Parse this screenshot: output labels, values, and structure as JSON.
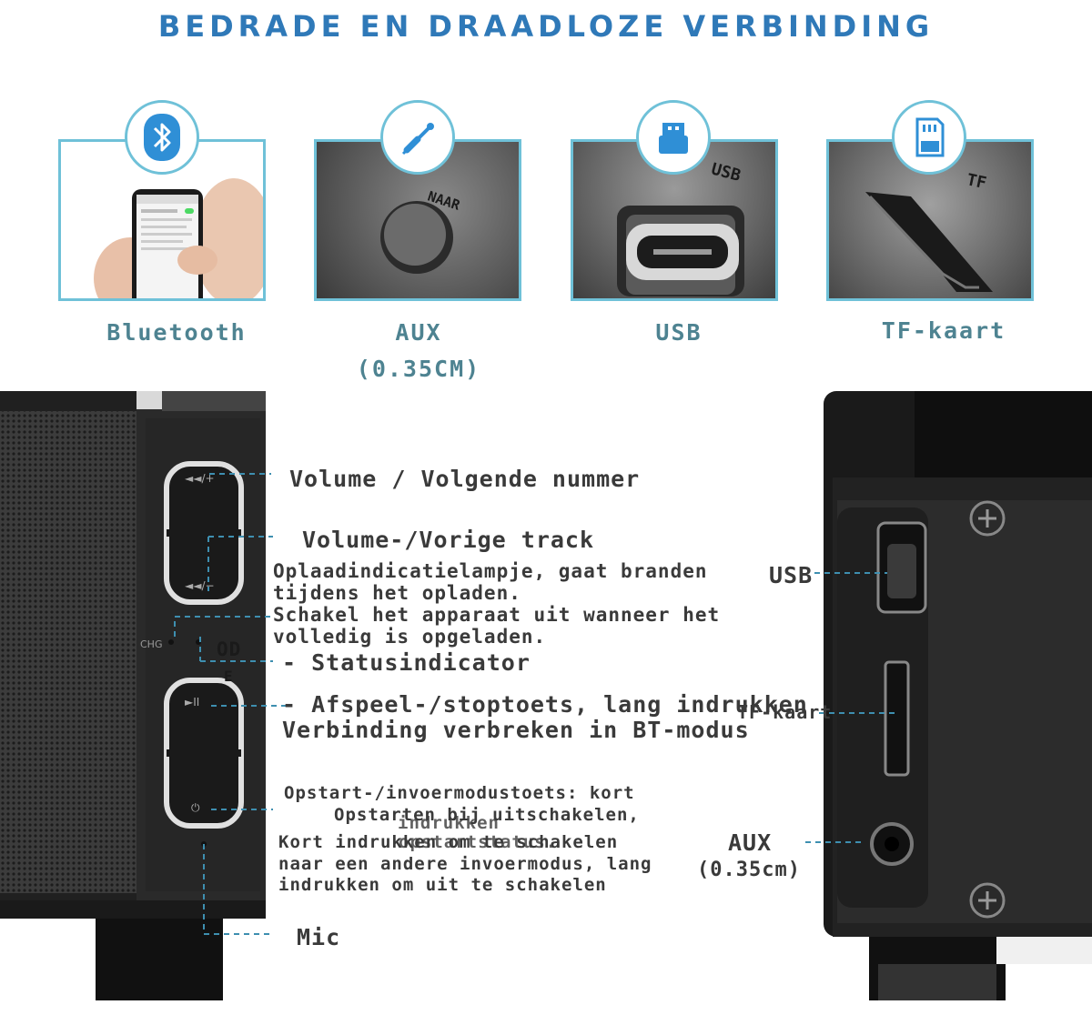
{
  "header": {
    "title": "BEDRADE EN DRAADLOZE VERBINDING"
  },
  "connections": [
    {
      "label": "Bluetooth",
      "icon": "bluetooth-icon"
    },
    {
      "label": "AUX",
      "sublabel": "(0.35CM)",
      "icon": "headphone-jack-icon",
      "port_text": "NAAR"
    },
    {
      "label": "USB",
      "icon": "usb-drive-icon",
      "port_text": "USB"
    },
    {
      "label": "TF-kaart",
      "icon": "sd-card-icon",
      "port_text": "TF"
    }
  ],
  "left_panel": {
    "volume_next": "Volume / Volgende nummer",
    "volume_prev": "Volume-/Vorige track",
    "charge_indicator": [
      "Oplaadindicatielampje, gaat branden",
      "tijdens het opladen.",
      "Schakel het apparaat uit wanneer het",
      "volledig is opgeladen."
    ],
    "mode_text": "OD",
    "mode_text2": "E",
    "charge_text": "CHG",
    "status_indicator": "- Statusindicator",
    "play_stop": [
      "- Afspeel-/stoptoets, lang indrukken",
      "Verbinding verbreken in BT-modus"
    ],
    "power_mode": [
      "Opstart-/invoermodustoets: kort",
      "Opstarten bij uitschakelen,",
      "Kort indrukken om te schakelen",
      "naar een andere invoermodus, lang",
      "indrukken om uit te schakelen"
    ],
    "power_mode_overlap": [
      "indrukken",
      "opstartstatus."
    ],
    "mic": "Mic"
  },
  "right_panel": {
    "usb": "USB",
    "tf": "TF-kaart",
    "aux": "AUX",
    "aux_sub": "(0.35cm)"
  },
  "colors": {
    "title": "#2f79b8",
    "frame": "#6fc1d8",
    "label": "#4e8391",
    "dash": "#3e8fb0"
  }
}
